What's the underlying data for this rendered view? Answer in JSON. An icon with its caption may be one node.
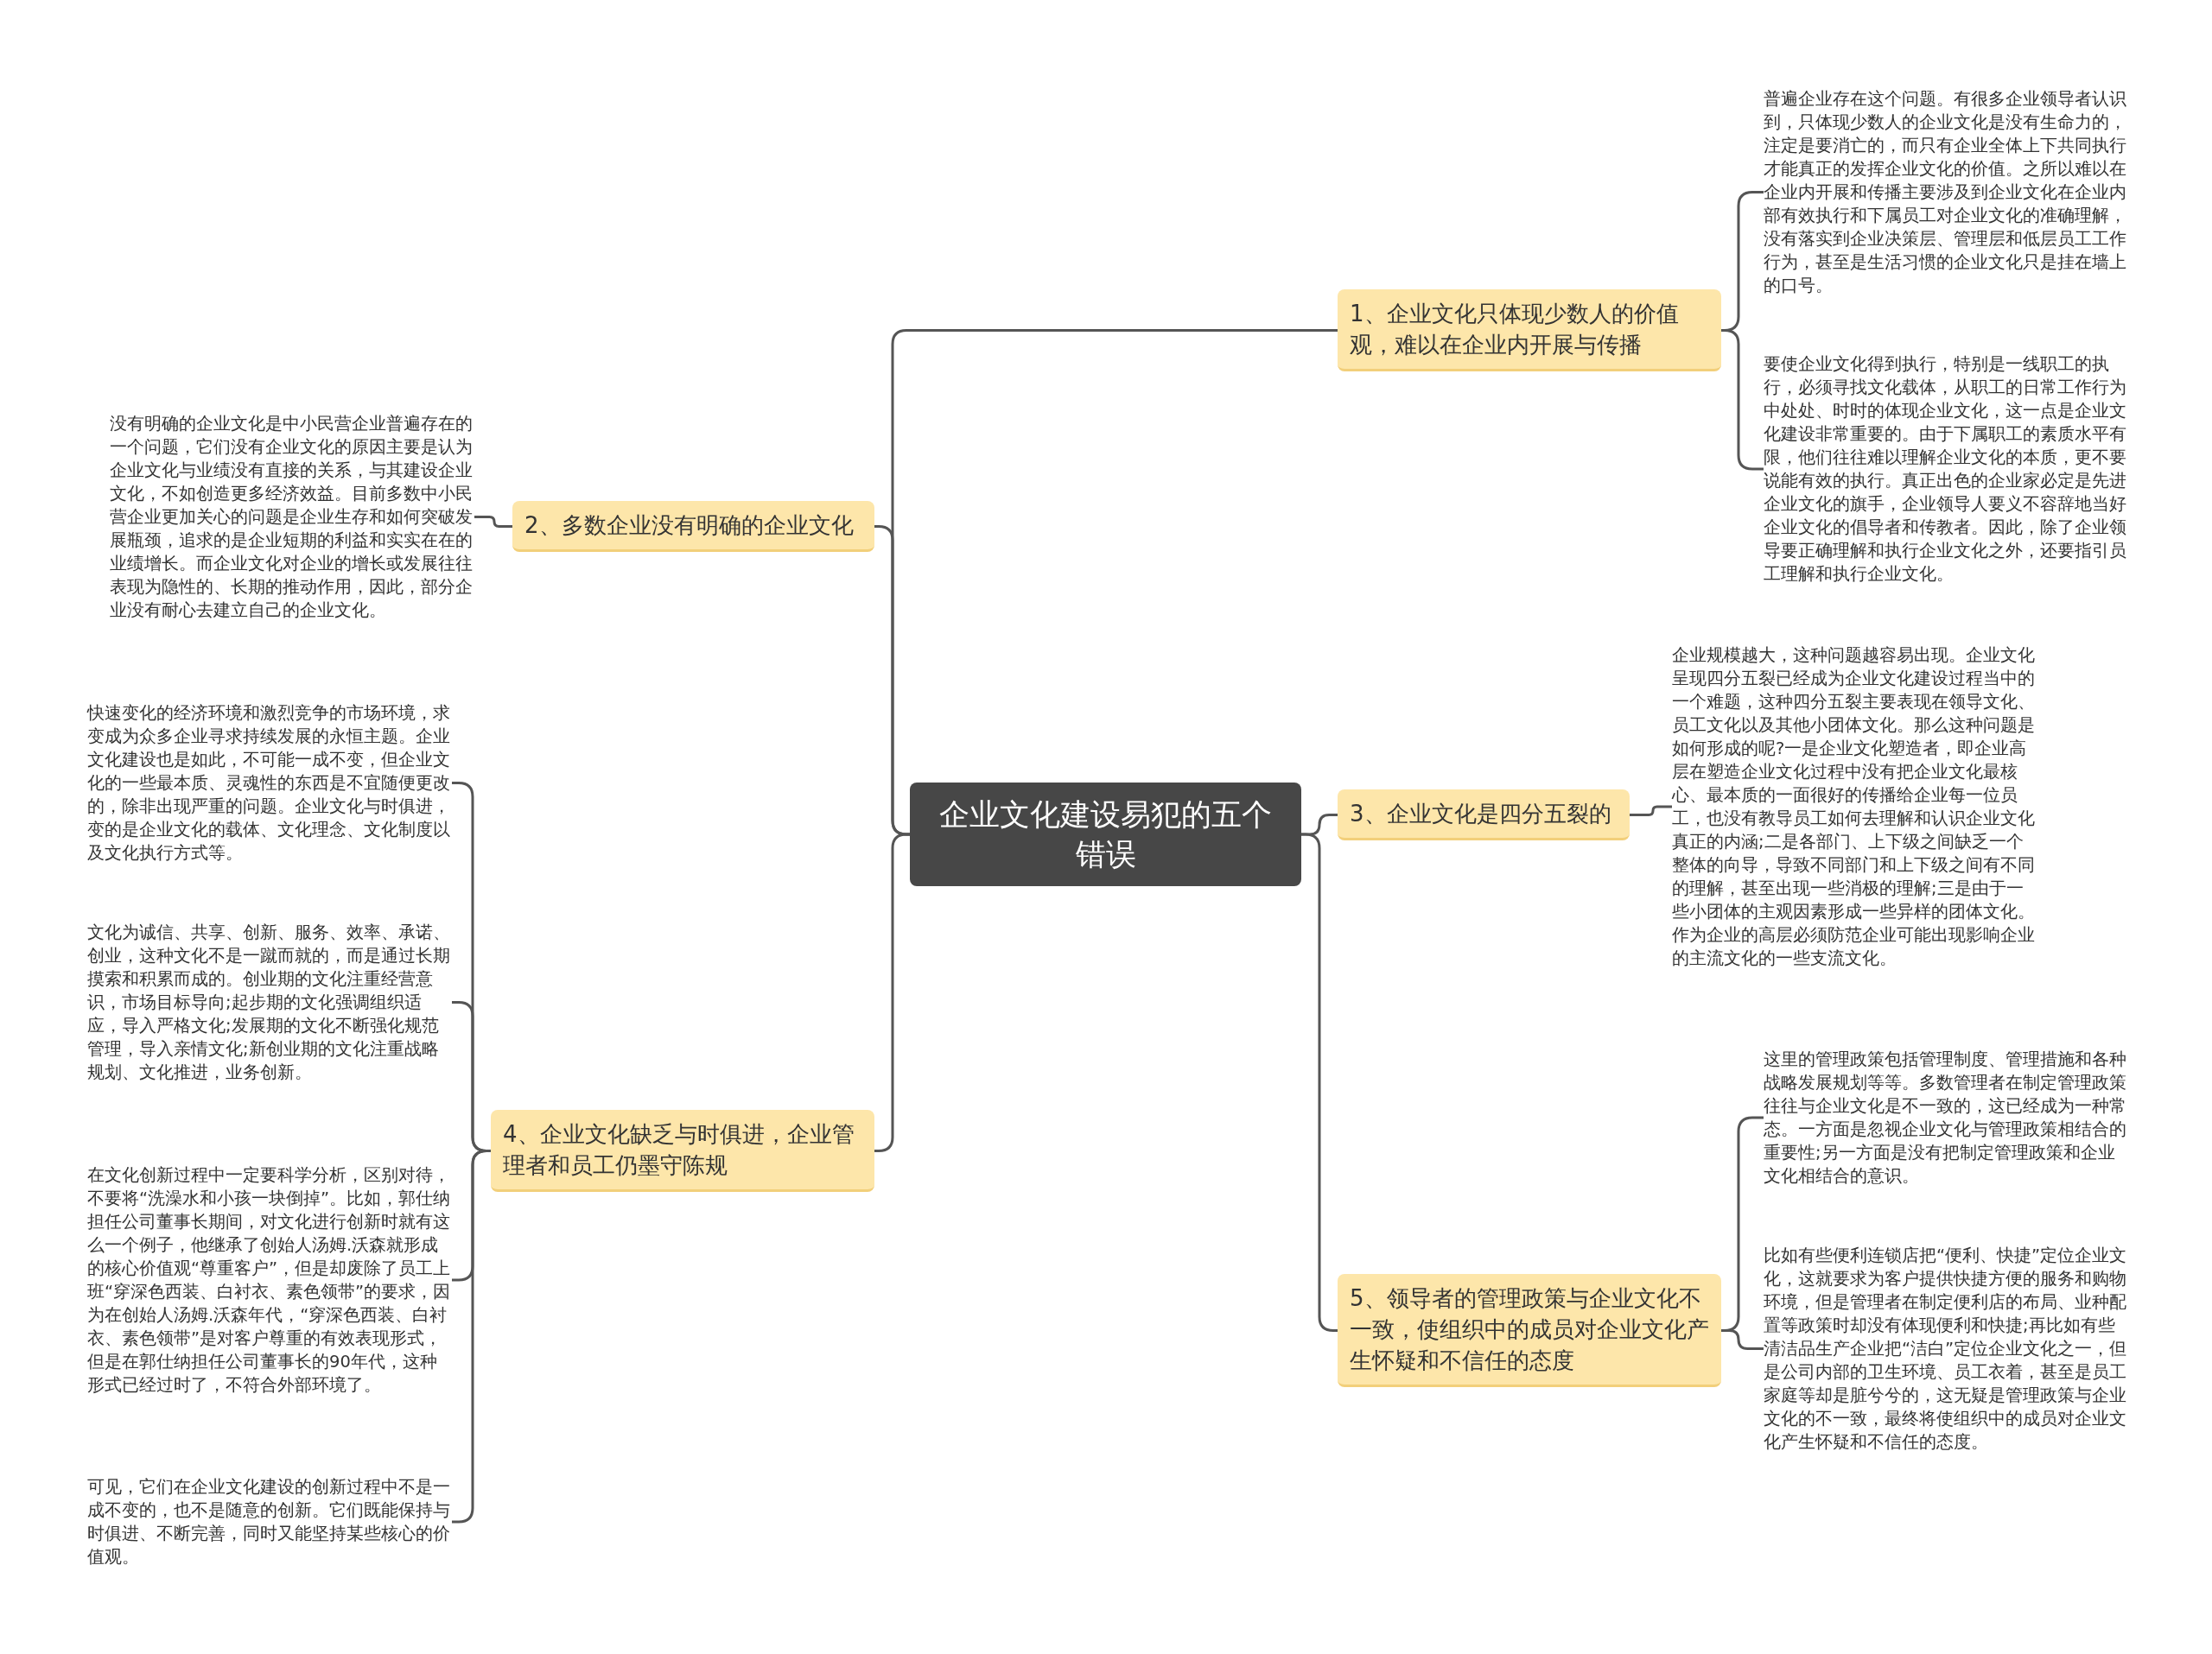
{
  "diagram": {
    "nodes": [
      {
        "text": [
          "企业文化建设易犯的五个错误"
        ]
      },
      {
        "text": [
          "1、企业文化只体现少数人的价值观，难以在企业内开展与传播"
        ]
      },
      {
        "text": [
          "普遍企业存在这个问题。有很多企业领导者认识到，只体现少数人的企业文化是没有生命力的，注定是要消亡的，而只有企业全体上下共同执行才能真正的发挥企业文化的价值。之所以难以在企业内开展和传播主要涉及到企业文化在企业内部有效执行和下属员工对企业文化的准确理解，没有落实到企业决策层、管理层和低层员工工作行为，甚至是生活习惯的企业文化只是挂在墙上的口号。"
        ]
      },
      {
        "text": [
          "要使企业文化得到执行，特别是一线职工的执行，必须寻找文化载体，从职工的日常工作行为中处处、时时的体现企业文化，这一点是企业文化建设非常重要的。由于下属职工的素质水平有限，他们往往难以理解企业文化的本质，更不要说能有效的执行。真正出色的企业家必定是先进企业文化的旗手，企业领导人要义不容辞地当好企业文化的倡导者和传教者。因此，除了企业领导要正确理解和执行企业文化之外，还要指引员工理解和执行企业文化。"
        ]
      },
      {
        "text": [
          "2、多数企业没有明确的企业文化"
        ]
      },
      {
        "text": [
          "没有明确的企业文化是中小民营企业普遍存在的一个问题，它们没有企业文化的原因主要是认为企业文化与业绩没有直接的关系，与其建设企业文化，不如创造更多经济效益。目前多数中小民营企业更加关心的问题是企业生存和如何突破发展瓶颈，追求的是企业短期的利益和实实在在的业绩增长。而企业文化对企业的增长或发展往往表现为隐性的、长期的推动作用，因此，部分企业没有耐心去建立自己的企业文化。"
        ]
      },
      {
        "text": [
          "3、企业文化是四分五裂的"
        ]
      },
      {
        "text": [
          "企业规模越大，这种问题越容易出现。企业文化呈现四分五裂已经成为企业文化建设过程当中的一个难题，这种四分五裂主要表现在领导文化、员工文化以及其他小团体文化。那么这种问题是如何形成的呢?一是企业文化塑造者，即企业高层在塑造企业文化过程中没有把企业文化最核心、最本质的一面很好的传播给企业每一位员工，也没有教导员工如何去理解和认识企业文化真正的内涵;二是各部门、上下级之间缺乏一个整体的向导，导致不同部门和上下级之间有不同的理解，甚至出现一些消极的理解;三是由于一些小团体的主观因素形成一些异样的团体文化。作为企业的高层必须防范企业可能出现影响企业的主流文化的一些支流文化。"
        ]
      },
      {
        "text": [
          "4、企业文化缺乏与时俱进，企业管理者和员工仍墨守陈规"
        ]
      },
      {
        "text": [
          "快速变化的经济环境和激烈竞争的市场环境，求变成为众多企业寻求持续发展的永恒主题。企业文化建设也是如此，不可能一成不变，但企业文化的一些最本质、灵魂性的东西是不宜随便更改的，除非出现严重的问题。企业文化与时俱进，变的是企业文化的载体、文化理念、文化制度以及文化执行方式等。"
        ]
      },
      {
        "text": [
          "文化为诚信、共享、创新、服务、效率、承诺、创业，这种文化不是一蹴而就的，而是通过长期摸索和积累而成的。创业期的文化注重经营意识，市场目标导向;起步期的文化强调组织适应，导入严格文化;发展期的文化不断强化规范管理，导入亲情文化;新创业期的文化注重战略规划、文化推进，业务创新。"
        ]
      },
      {
        "text": [
          "在文化创新过程中一定要科学分析，区别对待，不要将“洗澡水和小孩一块倒掉”。比如，郭仕纳担任公司董事长期间，对文化进行创新时就有这么一个例子，他继承了创始人汤姆.沃森就形成的核心价值观“尊重客户”，但是却废除了员工上班“穿深色西装、白衬衣、素色领带”的要求，因为在创始人汤姆.沃森年代，“穿深色西装、白衬衣、素色领带”是对客户尊重的有效表现形式，但是在郭仕纳担任公司董事长的90年代，这种形式已经过时了，不符合外部环境了。"
        ]
      },
      {
        "text": [
          "可见，它们在企业文化建设的创新过程中不是一成不变的，也不是随意的创新。它们既能保持与时俱进、不断完善，同时又能坚持某些核心的价值观。"
        ]
      },
      {
        "text": [
          "5、领导者的管理政策与企业文化不一致，使组织中的成员对企业文化产生怀疑和不信任的态度"
        ]
      },
      {
        "text": [
          "这里的管理政策包括管理制度、管理措施和各种战略发展规划等等。多数管理者在制定管理政策往往与企业文化是不一致的，这已经成为一种常态。一方面是忽视企业文化与管理政策相结合的重要性;另一方面是没有把制定管理政策和企业文化相结合的意识。"
        ]
      },
      {
        "text": [
          "比如有些便利连锁店把“便利、快捷”定位企业文化，这就要求为客户提供快捷方便的服务和购物环境，但是管理者在制定便利店的布局、业种配置等政策时却没有体现便利和快捷;再比如有些清洁品生产企业把“洁白”定位企业文化之一，但是公司内部的卫生环境、员工衣着，甚至是员工家庭等却是脏兮兮的，这无疑是管理政策与企业文化的不一致，最终将使组织中的成员对企业文化产生怀疑和不信任的态度。"
        ]
      }
    ],
    "edges": [
      {
        "from": 0,
        "to": 1,
        "arrow": "none"
      },
      {
        "from": 0,
        "to": 4,
        "arrow": "none"
      },
      {
        "from": 0,
        "to": 6,
        "arrow": "none"
      },
      {
        "from": 0,
        "to": 8,
        "arrow": "none"
      },
      {
        "from": 0,
        "to": 13,
        "arrow": "none"
      },
      {
        "from": 1,
        "to": 2,
        "arrow": "none"
      },
      {
        "from": 1,
        "to": 3,
        "arrow": "none"
      },
      {
        "from": 4,
        "to": 5,
        "arrow": "none"
      },
      {
        "from": 6,
        "to": 7,
        "arrow": "none"
      },
      {
        "from": 8,
        "to": 9,
        "arrow": "none"
      },
      {
        "from": 8,
        "to": 10,
        "arrow": "none"
      },
      {
        "from": 8,
        "to": 11,
        "arrow": "none"
      },
      {
        "from": 8,
        "to": 12,
        "arrow": "none"
      },
      {
        "from": 13,
        "to": 14,
        "arrow": "none"
      },
      {
        "from": 13,
        "to": 15,
        "arrow": "none"
      }
    ]
  }
}
